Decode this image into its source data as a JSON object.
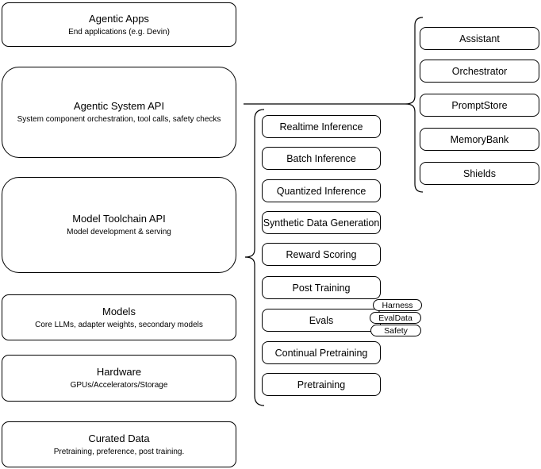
{
  "diagram": {
    "stack_layers": [
      {
        "title": "Agentic Apps",
        "subtitle": "End applications (e.g. Devin)"
      },
      {
        "title": "Agentic System API",
        "subtitle": "System component orchestration, tool calls, safety checks"
      },
      {
        "title": "Model Toolchain API",
        "subtitle": "Model development & serving"
      },
      {
        "title": "Models",
        "subtitle": "Core LLMs, adapter weights, secondary models"
      },
      {
        "title": "Hardware",
        "subtitle": "GPUs/Accelerators/Storage"
      },
      {
        "title": "Curated Data",
        "subtitle": "Pretraining, preference, post training."
      }
    ],
    "toolchain_components": [
      "Realtime Inference",
      "Batch Inference",
      "Quantized Inference",
      "Synthetic Data Generation",
      "Reward Scoring",
      "Post Training",
      "Evals",
      "Continual Pretraining",
      "Pretraining"
    ],
    "eval_tags": [
      "Harness",
      "EvalData",
      "Safety"
    ],
    "system_components": [
      "Assistant",
      "Orchestrator",
      "PromptStore",
      "MemoryBank",
      "Shields"
    ],
    "colors": {
      "stroke": "#000000",
      "fill": "#ffffff",
      "text": "#000000",
      "background": "#ffffff"
    }
  }
}
